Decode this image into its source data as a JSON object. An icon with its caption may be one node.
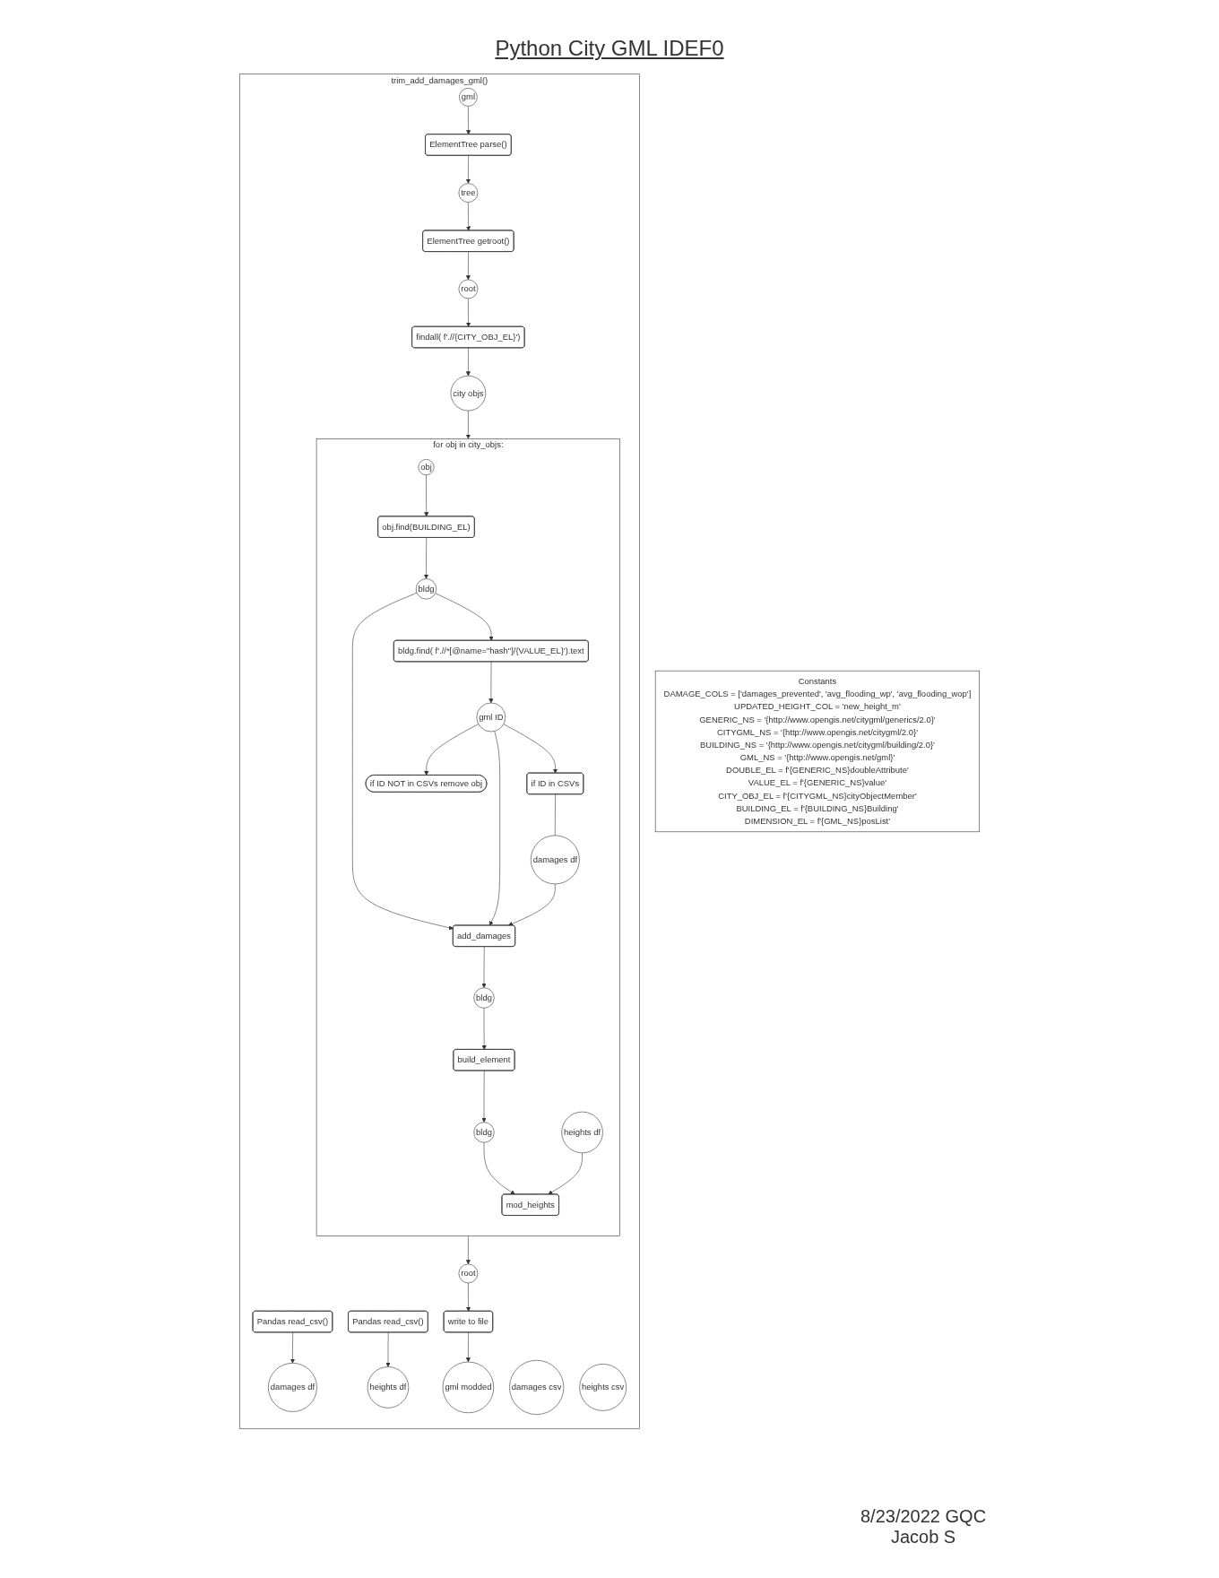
{
  "diagram": {
    "title": "Python City GML IDEF0",
    "nodes": [
      {
        "text": [
          "Constants",
          "DAMAGE_COLS = ['damages_prevented', 'avg_flooding_wp', 'avg_flooding_wop']",
          "UPDATED_HEIGHT_COL = 'new_height_m'",
          "GENERIC_NS = '{http://www.opengis.net/citygml/generics/2.0}'",
          "CITYGML_NS = '{http://www.opengis.net/citygml/2.0}'",
          "BUILDING_NS = '{http://www.opengis.net/citygml/building/2.0}'",
          "GML_NS = '{http://www.opengis.net/gml}'",
          "DOUBLE_EL = f'{GENERIC_NS}doubleAttribute'",
          "VALUE_EL = f'{GENERIC_NS}value'",
          "CITY_OBJ_EL = f'{CITYGML_NS}cityObjectMember'",
          "BUILDING_EL = f'{BUILDING_NS}Building'",
          "DIMENSION_EL = f'{GML_NS}posList'"
        ]
      },
      {
        "text": [
          "trim_add_damages_gml()"
        ]
      },
      {
        "text": [
          "damages csv"
        ],
        "in": 1
      },
      {
        "text": [
          "Pandas read_csv()"
        ],
        "in": 1
      },
      {
        "text": [
          "damages df"
        ],
        "in": 1
      },
      {
        "text": [
          "gml"
        ],
        "in": 1
      },
      {
        "text": [
          "ElementTree parse()"
        ],
        "in": 1
      },
      {
        "text": [
          "tree"
        ],
        "in": 1
      },
      {
        "text": [
          "ElementTree getroot()"
        ],
        "in": 1
      },
      {
        "text": [
          "root"
        ],
        "in": 1
      },
      {
        "text": [
          "findall( f'.//{CITY_OBJ_EL}')"
        ],
        "in": 1
      },
      {
        "text": [
          "heights csv"
        ],
        "in": 1
      },
      {
        "text": [
          "Pandas read_csv()"
        ],
        "in": 1
      },
      {
        "text": [
          "heights df"
        ],
        "in": 1
      },
      {
        "text": [
          "city objs"
        ],
        "in": 1
      },
      {
        "text": [
          "for obj in city_objs:"
        ],
        "in": 1
      },
      {
        "text": [
          "obj"
        ],
        "in": 15
      },
      {
        "text": [
          "obj.find(BUILDING_EL)"
        ],
        "in": 15
      },
      {
        "text": [
          "bldg"
        ],
        "in": 15
      },
      {
        "text": [
          "bldg.find( f'.//*[@name=\"hash\"]/{VALUE_EL}').text"
        ],
        "in": 15
      },
      {
        "text": [
          "build_element"
        ],
        "in": 15
      },
      {
        "text": [
          "bldg"
        ],
        "in": 15
      },
      {
        "text": [
          "add_damages"
        ],
        "in": 15
      },
      {
        "text": [
          "damages df"
        ],
        "in": 15
      },
      {
        "text": [
          "if ID in CSVs"
        ],
        "in": 15
      },
      {
        "text": [
          "gml ID"
        ],
        "in": 15
      },
      {
        "text": [
          "bldg"
        ],
        "in": 15
      },
      {
        "text": [
          "mod_heights"
        ],
        "in": 15
      },
      {
        "text": [
          "heights df"
        ],
        "in": 15
      },
      {
        "text": [
          "if ID NOT in CSVs remove obj"
        ],
        "in": 15
      },
      {
        "text": [
          "root"
        ],
        "in": 1
      },
      {
        "text": [
          "write to file"
        ],
        "in": 1
      },
      {
        "text": [
          "gml modded"
        ],
        "in": 1
      }
    ],
    "edges": [
      {
        "from": 3,
        "to": 4,
        "arrow": "to"
      },
      {
        "from": 5,
        "to": 6,
        "arrow": "to"
      },
      {
        "from": 6,
        "to": 7,
        "arrow": "to"
      },
      {
        "from": 7,
        "to": 8,
        "arrow": "to"
      },
      {
        "from": 8,
        "to": 9,
        "arrow": "to"
      },
      {
        "from": 9,
        "to": 10,
        "arrow": "to"
      },
      {
        "from": 10,
        "to": 14,
        "arrow": "to"
      },
      {
        "from": 12,
        "to": 13,
        "arrow": "to"
      },
      {
        "from": 14,
        "to": 15,
        "arrow": "to"
      },
      {
        "from": 16,
        "to": 17,
        "arrow": "to"
      },
      {
        "from": 17,
        "to": 18,
        "arrow": "to"
      },
      {
        "from": 18,
        "to": 19,
        "arrow": "to"
      },
      {
        "from": 18,
        "to": 22,
        "arrow": "to"
      },
      {
        "from": 19,
        "to": 25,
        "arrow": "to"
      },
      {
        "from": 25,
        "to": 24,
        "arrow": "to"
      },
      {
        "from": 25,
        "to": 22,
        "arrow": "to"
      },
      {
        "from": 24,
        "to": 23,
        "arrow": "none"
      },
      {
        "from": 23,
        "to": 22,
        "arrow": "to"
      },
      {
        "from": 22,
        "to": 21,
        "arrow": "to"
      },
      {
        "from": 21,
        "to": 20,
        "arrow": "to"
      },
      {
        "from": 20,
        "to": 26,
        "arrow": "to"
      },
      {
        "from": 26,
        "to": 27,
        "arrow": "to"
      },
      {
        "from": 28,
        "to": 27,
        "arrow": "to"
      },
      {
        "from": 25,
        "to": 29,
        "arrow": "to"
      },
      {
        "from": 15,
        "to": 30,
        "arrow": "to"
      },
      {
        "from": 30,
        "to": 31,
        "arrow": "to"
      },
      {
        "from": 31,
        "to": 32,
        "arrow": "to"
      }
    ],
    "labels": [
      "8/23/2022 GQC",
      "Jacob S"
    ]
  }
}
